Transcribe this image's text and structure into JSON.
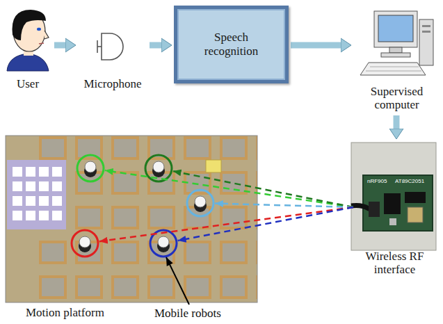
{
  "diagram": {
    "nodes": [
      {
        "text": [
          "User"
        ]
      },
      {
        "text": [
          "Microphone"
        ]
      },
      {
        "text": [
          "Speech recognition"
        ]
      },
      {
        "text": [
          "Supervised computer"
        ]
      },
      {
        "text": [
          "Wireless RF interface"
        ]
      },
      {
        "text": [
          "Motion platform"
        ]
      }
    ],
    "edges": [
      {
        "from": 0,
        "to": 1,
        "arrow": "to"
      },
      {
        "from": 1,
        "to": 2,
        "arrow": "to"
      },
      {
        "from": 2,
        "to": 3,
        "arrow": "to"
      },
      {
        "from": 3,
        "to": 4,
        "arrow": "to"
      }
    ],
    "labels": [
      "Mobile robots",
      "nRF905",
      "AT89C2051"
    ]
  }
}
